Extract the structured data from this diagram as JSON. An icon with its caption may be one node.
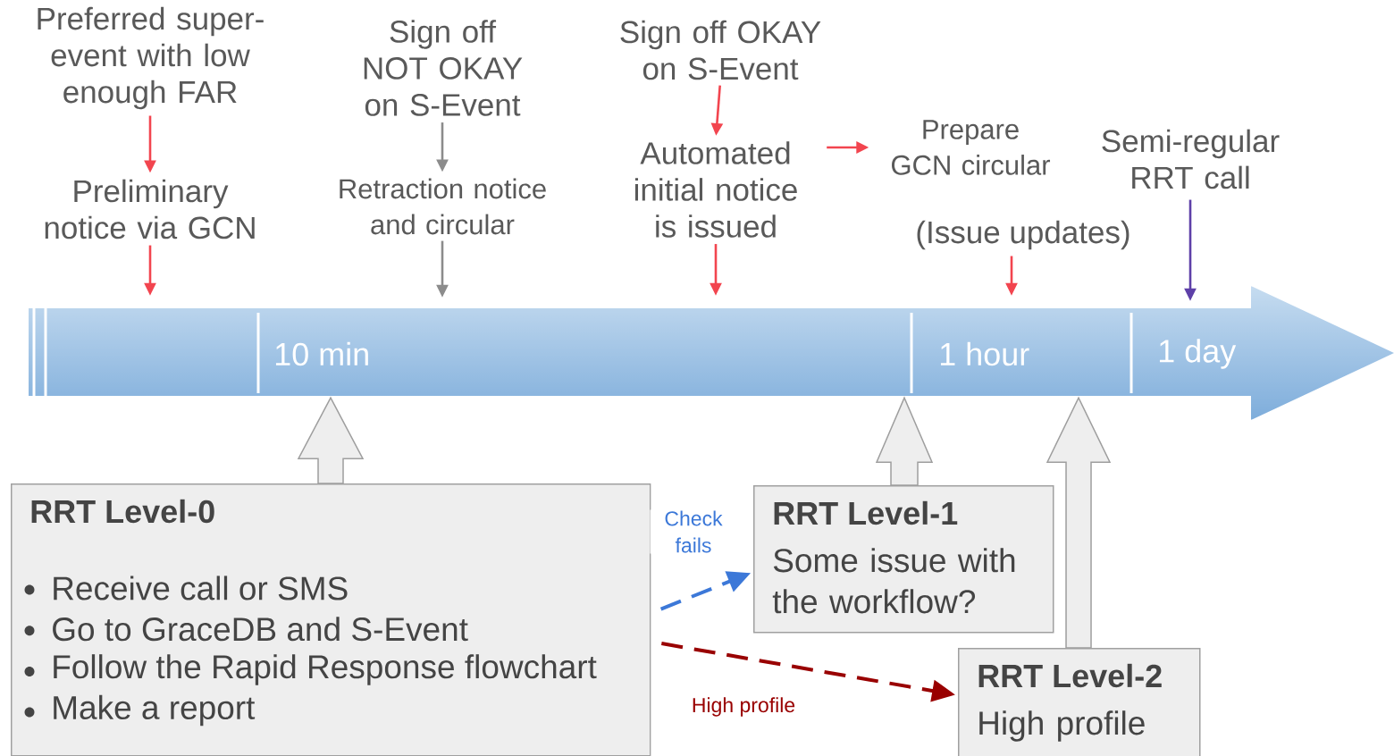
{
  "diagram": {
    "nodes": [
      {
        "text": [
          "Preferred super-event with low enough FAR"
        ]
      },
      {
        "text": [
          "Preliminary notice via GCN"
        ]
      },
      {
        "text": [
          "Sign off NOT OKAY on S-Event"
        ]
      },
      {
        "text": [
          "Retraction notice and circular"
        ]
      },
      {
        "text": [
          "Sign off OKAY on S-Event"
        ]
      },
      {
        "text": [
          "Automated initial notice is issued"
        ]
      },
      {
        "text": [
          "Prepare GCN circular"
        ]
      },
      {
        "text": [
          "Semi-regular RRT call"
        ]
      },
      {
        "text": [
          "(Issue updates)"
        ]
      },
      {
        "text": [
          "10 min",
          "1 hour",
          "1 day"
        ]
      },
      {
        "text": [
          "RRT Level-0",
          "Receive call or SMS",
          "Go to GraceDB and S-Event",
          "Follow the Rapid Response flowchart",
          "Make a report"
        ]
      },
      {
        "text": [
          "RRT Level-1",
          "Some issue with the workflow?"
        ]
      },
      {
        "text": [
          "RRT Level-2",
          "High profile"
        ]
      }
    ],
    "edges": [
      {
        "from": 0,
        "to": 1,
        "arrow": "to"
      },
      {
        "from": 1,
        "to": 9,
        "arrow": "to"
      },
      {
        "from": 2,
        "to": 3,
        "arrow": "to",
        "color": "#8c8c8c"
      },
      {
        "from": 3,
        "to": 9,
        "arrow": "to",
        "color": "#8c8c8c"
      },
      {
        "from": 4,
        "to": 5,
        "arrow": "to"
      },
      {
        "from": 5,
        "to": 9,
        "arrow": "to"
      },
      {
        "from": 5,
        "to": 6,
        "arrow": "to"
      },
      {
        "from": 8,
        "to": 9,
        "arrow": "to"
      },
      {
        "from": 7,
        "to": 9,
        "arrow": "to",
        "color": "#5e40a8"
      },
      {
        "from": 10,
        "to": 9,
        "arrow": "to",
        "style": "thick",
        "color": "#9e9e9e"
      },
      {
        "from": 11,
        "to": 9,
        "arrow": "to",
        "style": "thick",
        "color": "#9e9e9e"
      },
      {
        "from": 12,
        "to": 9,
        "arrow": "to",
        "style": "thick",
        "color": "#9e9e9e"
      },
      {
        "from": 10,
        "to": 11,
        "arrow": "to",
        "style": "dashed",
        "color": "#3c78d8",
        "label": "Check fails"
      },
      {
        "from": 10,
        "to": 12,
        "arrow": "to",
        "style": "dashed",
        "color": "#990000",
        "label": "High profile"
      }
    ]
  }
}
